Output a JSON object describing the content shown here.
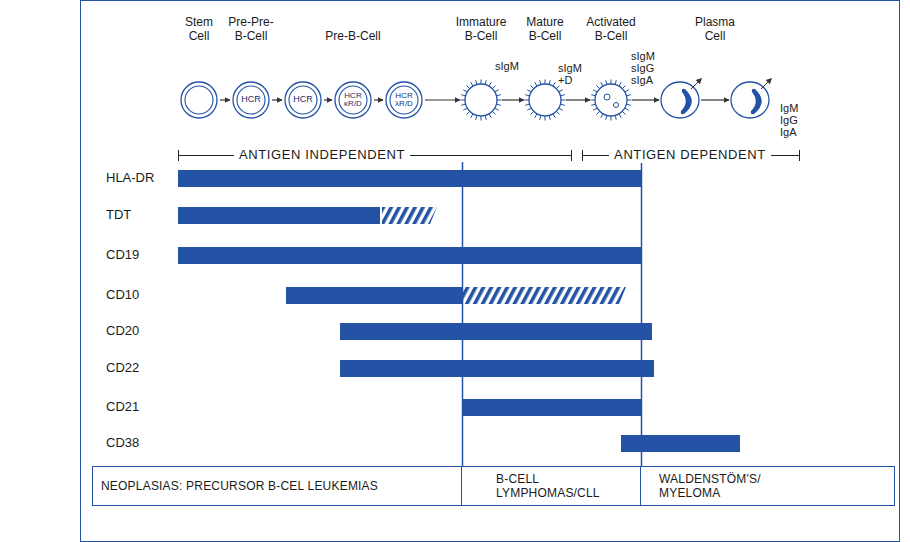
{
  "diagram": {
    "nodes": [
      {
        "text": [
          "Stem Cell"
        ]
      },
      {
        "text": [
          "Pre-Pre- B-Cell",
          "HCR"
        ]
      },
      {
        "text": [
          "HCR"
        ]
      },
      {
        "text": [
          "Pre-B-Cell",
          "HCR κR/D"
        ]
      },
      {
        "text": [
          "HCR λR/D"
        ]
      },
      {
        "text": [
          "Immature B-Cell",
          "sIgM"
        ]
      },
      {
        "text": [
          "Mature B-Cell",
          "sIgM +D"
        ]
      },
      {
        "text": [
          "Activated B-Cell",
          "sIgM sIgG sIgA"
        ]
      },
      {
        "text": [
          "Plasma Cell"
        ]
      },
      {
        "text": [
          "IgM IgG IgA"
        ]
      },
      {
        "text": [
          "NEOPLASIAS: PRECURSOR B-CEL LEUKEMIAS"
        ]
      },
      {
        "text": [
          "B-CELL LYMPHOMAS/CLL"
        ]
      },
      {
        "text": [
          "WALDENSTÖM'S/ MYELOMA"
        ]
      }
    ],
    "edges": [
      {
        "from": 0,
        "to": 1,
        "arrow": "to"
      },
      {
        "from": 1,
        "to": 2,
        "arrow": "to"
      },
      {
        "from": 2,
        "to": 3,
        "arrow": "to"
      },
      {
        "from": 3,
        "to": 4,
        "arrow": "to"
      },
      {
        "from": 4,
        "to": 5,
        "arrow": "to"
      },
      {
        "from": 5,
        "to": 6,
        "arrow": "to"
      },
      {
        "from": 6,
        "to": 7,
        "arrow": "to"
      },
      {
        "from": 7,
        "to": 8,
        "arrow": "to"
      },
      {
        "from": 8,
        "to": 9,
        "arrow": "to"
      }
    ],
    "labels": [
      "ANTIGEN INDEPENDENT",
      "ANTIGEN DEPENDENT",
      "HLA-DR",
      "TDT",
      "CD19",
      "CD10",
      "CD20",
      "CD22",
      "CD21",
      "CD38"
    ]
  }
}
